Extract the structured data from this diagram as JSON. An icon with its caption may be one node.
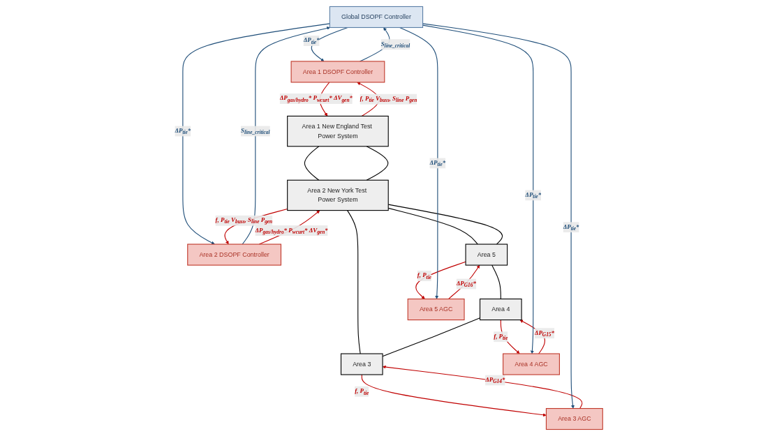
{
  "diagram": {
    "nodes": [
      {
        "text": [
          "Global DSOPF Controller"
        ]
      },
      {
        "text": [
          "Area 1 DSOPF Controller"
        ]
      },
      {
        "text": [
          "Area 2 DSOPF Controller"
        ]
      },
      {
        "text": [
          "Area 1 New England Test Power System"
        ]
      },
      {
        "text": [
          "Area 2 New York Test Power System"
        ]
      },
      {
        "text": [
          "Area 5"
        ]
      },
      {
        "text": [
          "Area 4"
        ]
      },
      {
        "text": [
          "Area 3"
        ]
      },
      {
        "text": [
          "Area 5 AGC"
        ]
      },
      {
        "text": [
          "Area 4 AGC"
        ]
      },
      {
        "text": [
          "Area 3 AGC"
        ]
      }
    ],
    "edges": [
      {
        "from": 1,
        "to": 0,
        "arrow": "to",
        "label": "S$_{line_critical}$",
        "color": "#1f4e79"
      },
      {
        "from": 0,
        "to": 1,
        "arrow": "to",
        "label": "ΔP$_{tie}$*",
        "color": "#1f4e79"
      },
      {
        "from": 2,
        "to": 0,
        "arrow": "to",
        "label": "S$_{line_critical}$",
        "color": "#1f4e79"
      },
      {
        "from": 0,
        "to": 2,
        "arrow": "to",
        "label": "ΔP$_{tie}$*",
        "color": "#1f4e79"
      },
      {
        "from": 3,
        "to": 1,
        "arrow": "to",
        "label": "f, P$_{tie}$ V$_{buss}$, S$_{line}$ P$_{gen}$"
      },
      {
        "from": 1,
        "to": 3,
        "arrow": "to",
        "label": "ΔP$_{gas/hydro}$* P$_{wcurt}$* ΔV$_{gen}$*"
      },
      {
        "from": 4,
        "to": 2,
        "arrow": "to",
        "label": "f, P$_{tie}$ V$_{buss}$, S$_{line}$ P$_{gen}$"
      },
      {
        "from": 2,
        "to": 4,
        "arrow": "to",
        "label": "ΔP$_{gas/hydro}$* P$_{wcurt}$* ΔV$_{gen}$*"
      },
      {
        "from": 3,
        "to": 4,
        "arrow": "none",
        "color": "#000000"
      },
      {
        "from": 3,
        "to": 4,
        "arrow": "none",
        "color": "#000000"
      },
      {
        "from": 4,
        "to": 5,
        "arrow": "none",
        "color": "#000000"
      },
      {
        "from": 4,
        "to": 5,
        "arrow": "none",
        "color": "#000000"
      },
      {
        "from": 4,
        "to": 7,
        "arrow": "none",
        "color": "#000000"
      },
      {
        "from": 5,
        "to": 6,
        "arrow": "none",
        "color": "#000000"
      },
      {
        "from": 6,
        "to": 7,
        "arrow": "none",
        "color": "#000000"
      },
      {
        "from": 5,
        "to": 8,
        "arrow": "to",
        "label": "f, P$_{tie}$"
      },
      {
        "from": 8,
        "to": 5,
        "arrow": "to",
        "label": "ΔP$_{G16}$*"
      },
      {
        "from": 6,
        "to": 9,
        "arrow": "to",
        "label": "f, P$_{tie}$"
      },
      {
        "from": 9,
        "to": 6,
        "arrow": "to",
        "label": "ΔP$_{G15}$*"
      },
      {
        "from": 7,
        "to": 10,
        "arrow": "to",
        "label": "f, P$_{tie}$"
      },
      {
        "from": 10,
        "to": 7,
        "arrow": "to",
        "label": "ΔP$_{G14}$*"
      },
      {
        "from": 0,
        "to": 8,
        "arrow": "to",
        "label": "ΔP$_{tie}$*",
        "color": "#1f4e79"
      },
      {
        "from": 0,
        "to": 9,
        "arrow": "to",
        "label": "ΔP$_{tie}$*",
        "color": "#1f4e79"
      },
      {
        "from": 0,
        "to": 10,
        "arrow": "to",
        "label": "ΔP$_{tie}$*",
        "color": "#1f4e79"
      }
    ]
  }
}
